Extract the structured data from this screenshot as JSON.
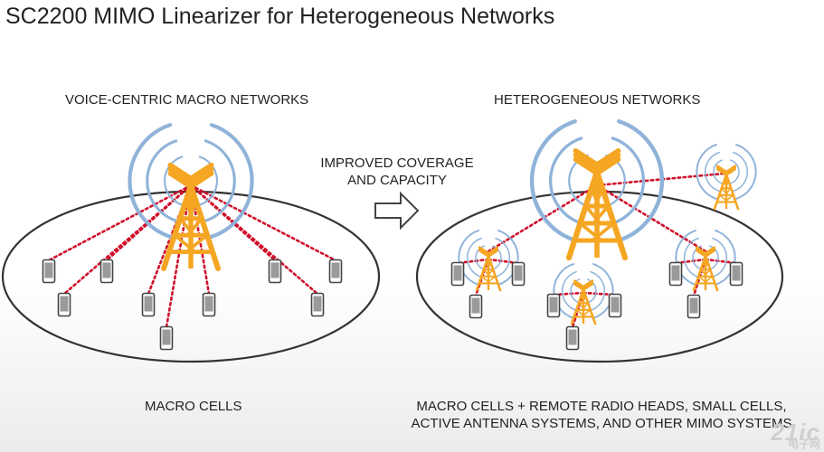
{
  "title": "SC2200 MIMO Linearizer for Heterogeneous Networks",
  "left_panel": {
    "heading": "VOICE-CENTRIC MACRO NETWORKS",
    "caption": "MACRO CELLS"
  },
  "arrow_label": [
    "IMPROVED COVERAGE",
    "AND CAPACITY"
  ],
  "right_panel": {
    "heading": "HETEROGENEOUS NETWORKS",
    "caption": [
      "MACRO CELLS + REMOTE RADIO HEADS, SMALL CELLS,",
      "ACTIVE ANTENNA SYSTEMS, AND OTHER MIMO SYSTEMS"
    ]
  },
  "colors": {
    "tower": "#f5a623",
    "signal": "#8fb3d9",
    "link": "#d0102b",
    "ellipse": "#333333",
    "phone": "#444444"
  },
  "watermark": [
    "21ic",
    "电子网"
  ]
}
